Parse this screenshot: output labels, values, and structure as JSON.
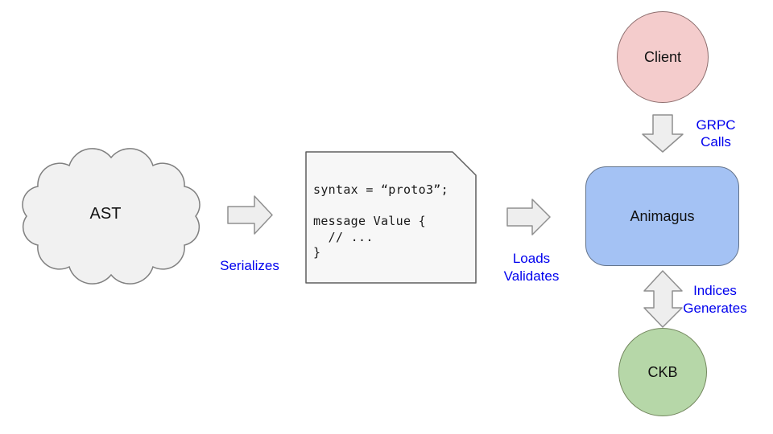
{
  "diagram": {
    "background": "#ffffff",
    "edge_label_color": "#0000ee",
    "arrow_fill": "#eeeeee",
    "arrow_stroke": "#8f8f8f"
  },
  "nodes": {
    "ast": {
      "shape": "cloud",
      "label": "AST",
      "fill": "#f1f1f1",
      "stroke": "#808080"
    },
    "proto_file": {
      "shape": "note",
      "fill": "#f7f7f7",
      "stroke": "#5f5f5f",
      "code": "syntax = “proto3”;\n\nmessage Value {\n  // ...\n}"
    },
    "client": {
      "shape": "circle",
      "label": "Client",
      "fill": "#f4cccc",
      "stroke": "#8d6e6e"
    },
    "animagus": {
      "shape": "rounded-rect",
      "label": "Animagus",
      "fill": "#a4c2f4",
      "stroke": "#64748b"
    },
    "ckb": {
      "shape": "circle",
      "label": "CKB",
      "fill": "#b6d7a8",
      "stroke": "#74885f"
    }
  },
  "edges": {
    "serializes": {
      "from": "ast",
      "to": "proto_file",
      "direction": "right",
      "lines": [
        "Serializes"
      ]
    },
    "loads_validates": {
      "from": "proto_file",
      "to": "animagus",
      "direction": "right",
      "lines": [
        "Loads",
        "Validates"
      ]
    },
    "grpc_calls": {
      "from": "client",
      "to": "animagus",
      "direction": "down",
      "lines": [
        "GRPC",
        "Calls"
      ]
    },
    "indices_generates": {
      "from": "animagus",
      "to": "ckb",
      "direction": "both",
      "lines": [
        "Indices",
        "Generates"
      ]
    }
  }
}
